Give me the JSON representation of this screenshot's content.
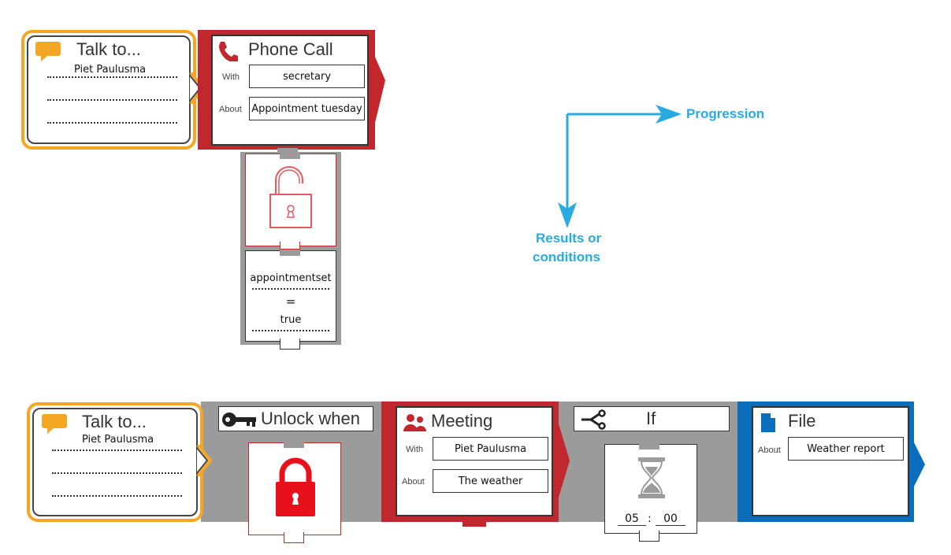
{
  "top": {
    "talk": {
      "title": "Talk to...",
      "name": "Piet Paulusma"
    },
    "phone": {
      "title": "Phone Call",
      "with_label": "With",
      "with_value": "secretary",
      "about_label": "About",
      "about_value": "Appointment tuesday"
    },
    "condition": {
      "variable": "appointmentset",
      "operator": "=",
      "value": "true"
    }
  },
  "legend": {
    "progression": "Progression",
    "results_line1": "Results or",
    "results_line2": "conditions"
  },
  "bottom": {
    "talk": {
      "title": "Talk to...",
      "name": "Piet Paulusma"
    },
    "unlock": {
      "title": "Unlock when"
    },
    "meeting": {
      "title": "Meeting",
      "with_label": "With",
      "with_value": "Piet Paulusma",
      "about_label": "About",
      "about_value": "The weather"
    },
    "if": {
      "title": "If",
      "timer_minutes": "05",
      "timer_sep": ":",
      "timer_seconds": "00"
    },
    "file": {
      "title": "File",
      "about_label": "About",
      "about_value": "Weather report"
    }
  },
  "colors": {
    "orange": "#f5a623",
    "red": "#c1272d",
    "gray": "#9b9b9b",
    "blue": "#0a6ebd",
    "accent": "#29abe2"
  },
  "icons": [
    "chat-bubble-icon",
    "phone-icon",
    "unlocked-padlock-icon",
    "key-icon",
    "locked-padlock-icon",
    "people-icon",
    "branch-icon",
    "hourglass-icon",
    "document-icon"
  ]
}
